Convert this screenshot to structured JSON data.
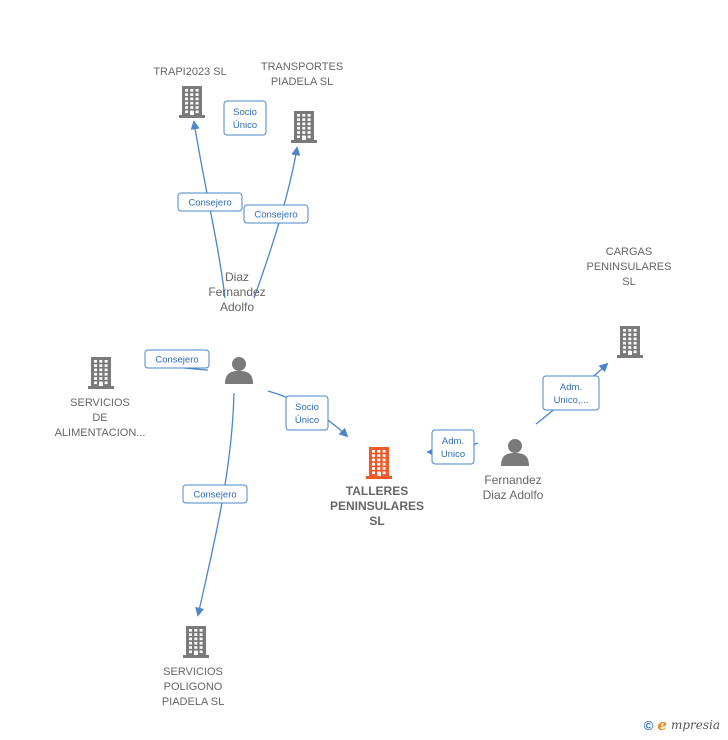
{
  "colors": {
    "building": "#7a7a7a",
    "building_focus": "#f05a28",
    "person": "#7a7a7a",
    "edge": "#4a86c8"
  },
  "nodes": {
    "trapi": {
      "lines": [
        "TRAPI2023  SL"
      ],
      "kind": "company"
    },
    "transportes": {
      "lines": [
        "TRANSPORTES",
        "PIADELA SL"
      ],
      "kind": "company"
    },
    "cargas": {
      "lines": [
        "CARGAS",
        "PENINSULARES",
        "SL"
      ],
      "kind": "company"
    },
    "servicios_alim": {
      "lines": [
        "SERVICIOS",
        "DE",
        "ALIMENTACION..."
      ],
      "kind": "company"
    },
    "talleres": {
      "lines": [
        "TALLERES",
        "PENINSULARES",
        "SL"
      ],
      "kind": "company-focus"
    },
    "servicios_pol": {
      "lines": [
        "SERVICIOS",
        "POLIGONO",
        "PIADELA SL"
      ],
      "kind": "company"
    },
    "diaz": {
      "lines": [
        "Diaz",
        "Fernandez",
        "Adolfo"
      ],
      "kind": "person"
    },
    "fernandez": {
      "lines": [
        "Fernandez",
        "Diaz Adolfo"
      ],
      "kind": "person"
    }
  },
  "edges": [
    {
      "lines": [
        "Consejero"
      ]
    },
    {
      "lines": [
        "Consejero"
      ]
    },
    {
      "lines": [
        "Socio",
        "Único"
      ]
    },
    {
      "lines": [
        "Consejero"
      ]
    },
    {
      "lines": [
        "Socio",
        "Único"
      ]
    },
    {
      "lines": [
        "Consejero"
      ]
    },
    {
      "lines": [
        "Adm.",
        "Unico"
      ]
    },
    {
      "lines": [
        "Adm.",
        "Unico,..."
      ]
    }
  ],
  "footer": {
    "copyright": "©",
    "brand_initial": "e",
    "brand_rest": "mpresia"
  }
}
